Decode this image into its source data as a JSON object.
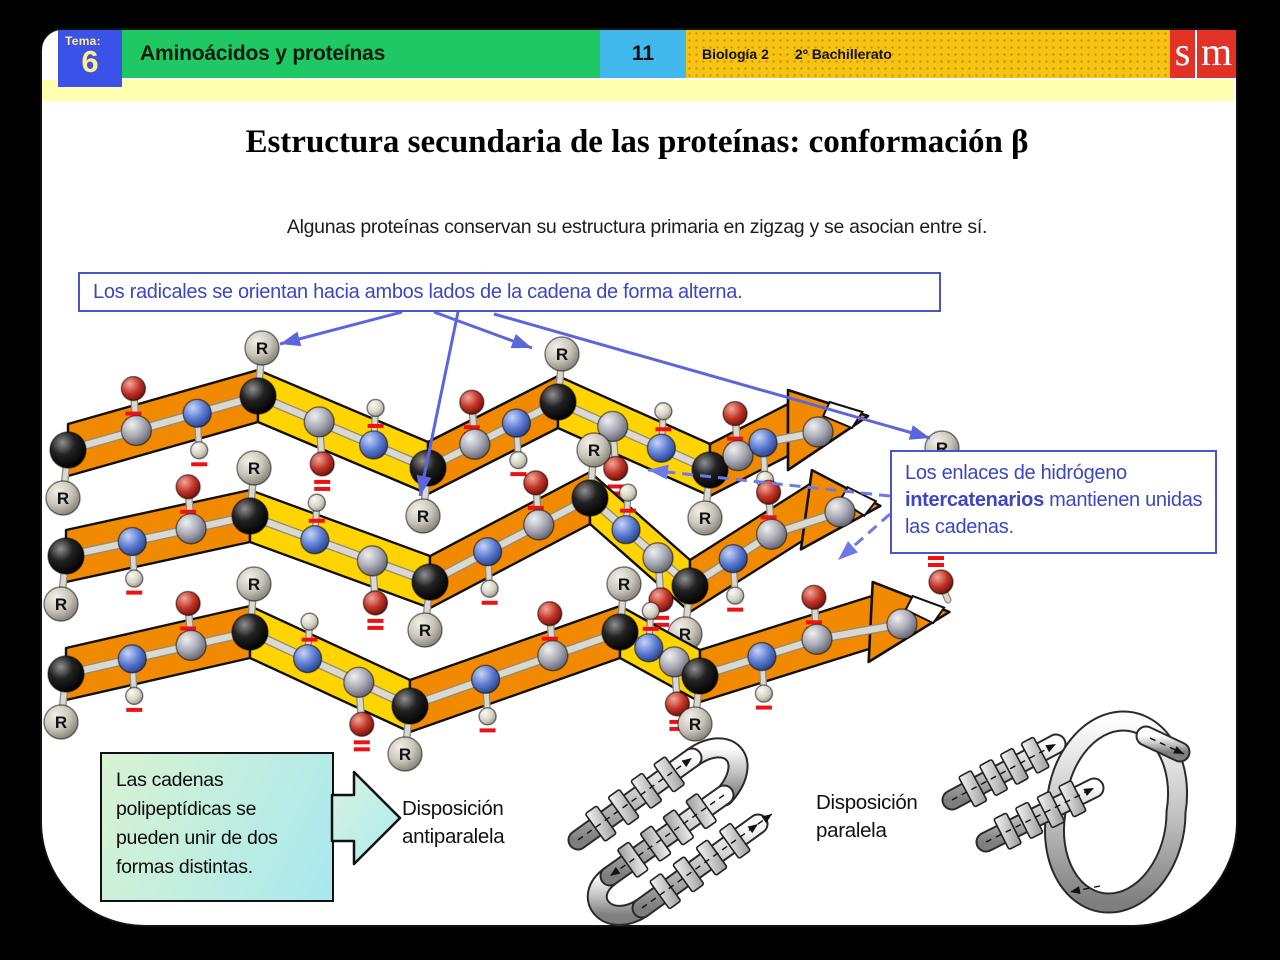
{
  "header": {
    "tema_label": "Tema:",
    "tema_number": "6",
    "unit_title": "Aminoácidos y proteínas",
    "page_number": "11",
    "course": "Biología 2",
    "level": "2º Bachillerato",
    "logo_s": "s",
    "logo_m": "m"
  },
  "slide": {
    "title": "Estructura secundaria de las proteínas: conformación β",
    "intro": "Algunas proteínas conservan su estructura primaria en zigzag y se asocian entre sí.",
    "callout_radicals": "Los radicales se orientan hacia ambos lados de la cadena de forma alterna.",
    "callout_hbonds_pre": "Los enlaces de hidrógeno ",
    "callout_hbonds_bold": "intercatenarios",
    "callout_hbonds_post": " mantienen unidas las cadenas.",
    "bottom_box": "Las cadenas polipeptídicas se pueden unir de dos formas distintas.",
    "label_antiparallel_line1": "Disposición",
    "label_antiparallel_line2": "antiparalela",
    "label_parallel_line1": "Disposición",
    "label_parallel_line2": "paralela"
  },
  "diagram": {
    "r_label": "R",
    "colors": {
      "ribbon_face": "#F18A00",
      "ribbon_side": "#FFD400",
      "ribbon_outline": "#111111",
      "pointer_blue": "#5B66DD",
      "pointer_blue_dashed": "#6D79E8",
      "hbond_red": "#EE1111",
      "callout_border": "#4A55CC",
      "callout_text": "#3C46C4",
      "header_green": "#1FC863",
      "header_blue": "#3A52E8",
      "header_cyan": "#41B9EC",
      "header_yellow": "#F5C413",
      "strip_yellow": "#FFFFB0",
      "logo_red": "#E23127"
    }
  }
}
